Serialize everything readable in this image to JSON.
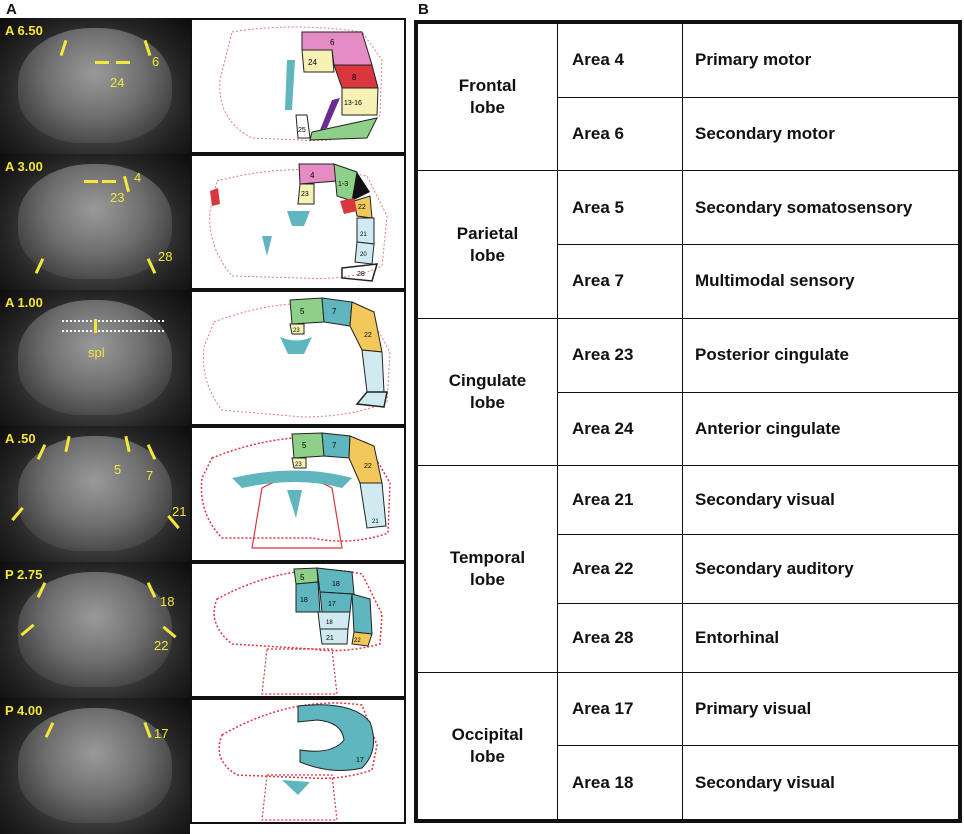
{
  "panel_labels": {
    "a": "A",
    "b": "B"
  },
  "mri_slices": [
    {
      "coord": "A 6.50",
      "labels": [
        "24",
        "6"
      ]
    },
    {
      "coord": "A 3.00",
      "labels": [
        "23",
        "4",
        "28"
      ]
    },
    {
      "coord": "A 1.00",
      "labels": [
        "spl"
      ]
    },
    {
      "coord": "A .50",
      "labels": [
        "5",
        "7",
        "21"
      ]
    },
    {
      "coord": "P 2.75",
      "labels": [
        "18",
        "22"
      ]
    },
    {
      "coord": "P 4.00",
      "labels": [
        "17"
      ]
    }
  ],
  "atlas_labels": [
    [
      "24",
      "6",
      "8",
      "13-16",
      "25"
    ],
    [
      "4",
      "23",
      "1-3",
      "22",
      "21",
      "20",
      "28"
    ],
    [
      "5",
      "7",
      "23",
      "22"
    ],
    [
      "5",
      "7",
      "23",
      "22",
      "21"
    ],
    [
      "5",
      "18",
      "18",
      "17",
      "18",
      "21",
      "22"
    ],
    [
      "17"
    ]
  ],
  "colors": {
    "mri_annotation": "#f4e63a",
    "pink": "#e68cc4",
    "red": "#d9363e",
    "green": "#8ecf8a",
    "teal": "#5fb6bf",
    "yellow": "#f2c85a",
    "light_blue": "#cfeaf0",
    "cream": "#f7f1b5"
  },
  "table": {
    "lobes": [
      {
        "name_lines": [
          "Frontal",
          "lobe"
        ],
        "rows": [
          {
            "area": "Area 4",
            "function": "Primary motor"
          },
          {
            "area": "Area 6",
            "function": "Secondary motor"
          }
        ]
      },
      {
        "name_lines": [
          "Parietal",
          "lobe"
        ],
        "rows": [
          {
            "area": "Area 5",
            "function": "Secondary somatosensory"
          },
          {
            "area": "Area 7",
            "function": "Multimodal sensory"
          }
        ]
      },
      {
        "name_lines": [
          "Cingulate",
          "lobe"
        ],
        "rows": [
          {
            "area": "Area 23",
            "function": "Posterior cingulate"
          },
          {
            "area": "Area 24",
            "function": "Anterior cingulate"
          }
        ]
      },
      {
        "name_lines": [
          "Temporal",
          "lobe"
        ],
        "rows": [
          {
            "area": "Area 21",
            "function": "Secondary visual"
          },
          {
            "area": "Area 22",
            "function": "Secondary auditory"
          },
          {
            "area": "Area 28",
            "function": "Entorhinal"
          }
        ]
      },
      {
        "name_lines": [
          "Occipital",
          "lobe"
        ],
        "rows": [
          {
            "area": "Area 17",
            "function": "Primary visual"
          },
          {
            "area": "Area 18",
            "function": "Secondary visual"
          }
        ]
      }
    ]
  }
}
